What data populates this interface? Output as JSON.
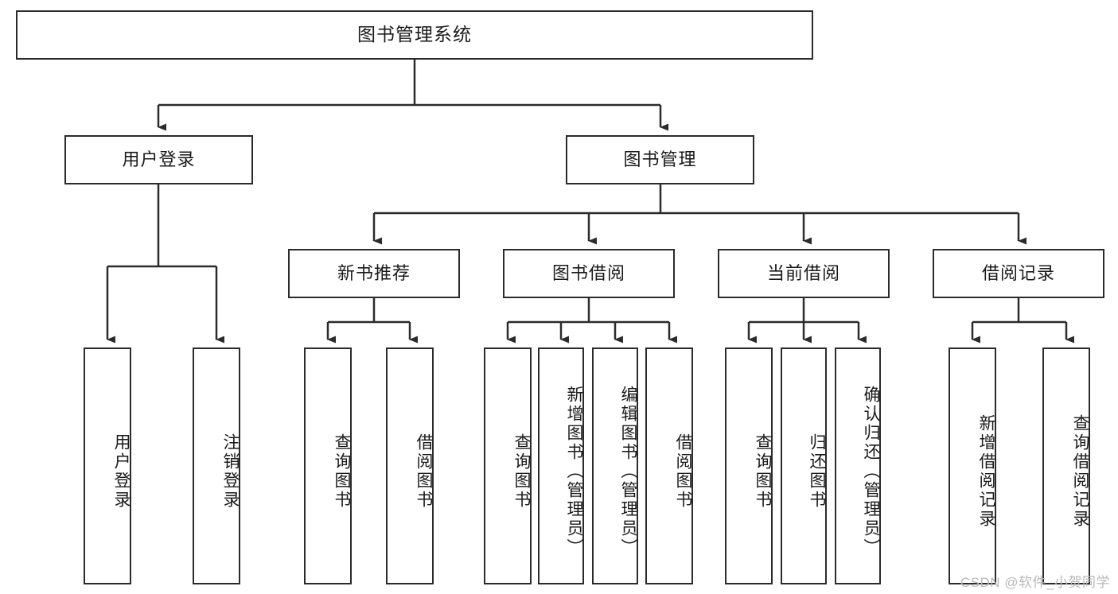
{
  "diagram": {
    "type": "tree-hierarchy",
    "title": "图书管理系统",
    "root": {
      "label": "图书管理系统"
    },
    "level2": [
      {
        "label": "用户登录"
      },
      {
        "label": "图书管理"
      }
    ],
    "level3": [
      {
        "label": "新书推荐"
      },
      {
        "label": "图书借阅"
      },
      {
        "label": "当前借阅"
      },
      {
        "label": "借阅记录"
      }
    ],
    "leaves": {
      "user_login": [
        {
          "label": "用户登录"
        },
        {
          "label": "注销登录"
        }
      ],
      "new_book_recommend": [
        {
          "label": "查询图书"
        },
        {
          "label": "借阅图书"
        }
      ],
      "book_borrow": [
        {
          "label": "查询图书"
        },
        {
          "label": "新增图书（管理员）"
        },
        {
          "label": "编辑图书（管理员）"
        },
        {
          "label": "借阅图书"
        }
      ],
      "current_borrow": [
        {
          "label": "查询图书"
        },
        {
          "label": "归还图书"
        },
        {
          "label": "确认归还（管理员）"
        }
      ],
      "borrow_record": [
        {
          "label": "新增借阅记录"
        },
        {
          "label": "查询借阅记录"
        }
      ]
    }
  },
  "watermark": {
    "text": "CSDN @软件_小贺同学"
  },
  "colors": {
    "border": "#2b2b2b",
    "background": "#ffffff",
    "text": "#1a1a1a",
    "watermark": "#b9b9b9"
  }
}
